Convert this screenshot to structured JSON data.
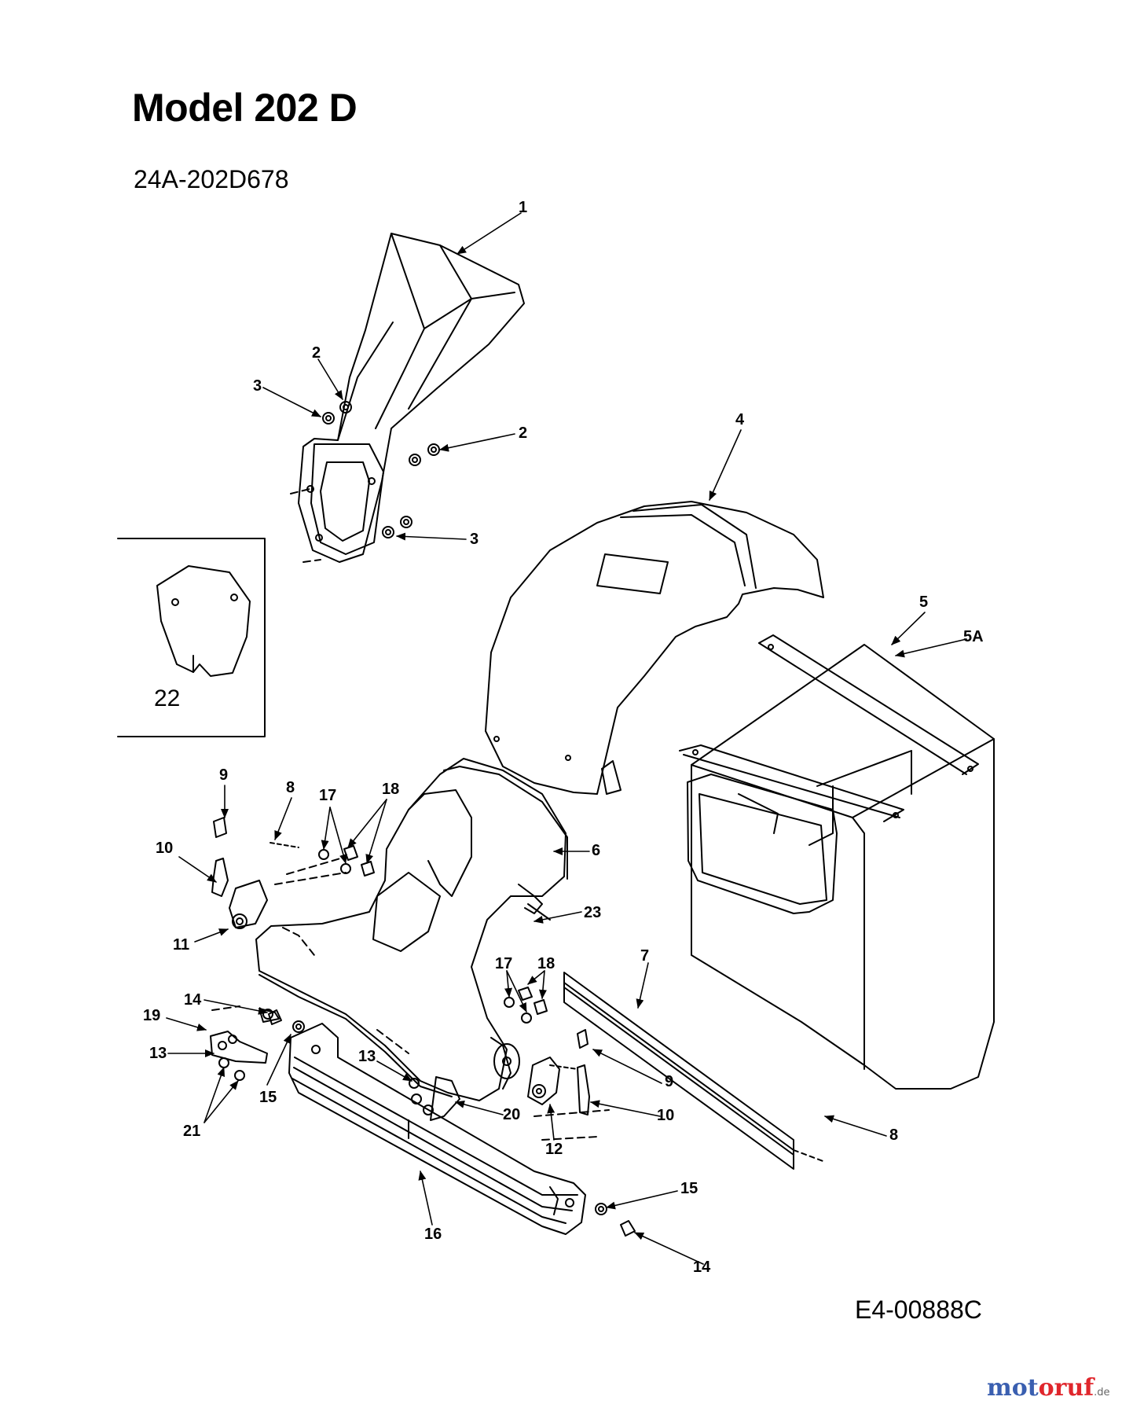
{
  "header": {
    "title": "Model 202 D",
    "part_code": "24A-202D678"
  },
  "footer": {
    "drawing_number": "E4-00888C",
    "logo": "motoruf.de"
  },
  "callouts": [
    "1",
    "2",
    "3",
    "2",
    "3",
    "4",
    "5",
    "5A",
    "22",
    "9",
    "8",
    "17",
    "18",
    "10",
    "6",
    "23",
    "11",
    "7",
    "17",
    "18",
    "14",
    "19",
    "13",
    "15",
    "13",
    "21",
    "20",
    "9",
    "10",
    "12",
    "8",
    "16",
    "15",
    "14"
  ]
}
